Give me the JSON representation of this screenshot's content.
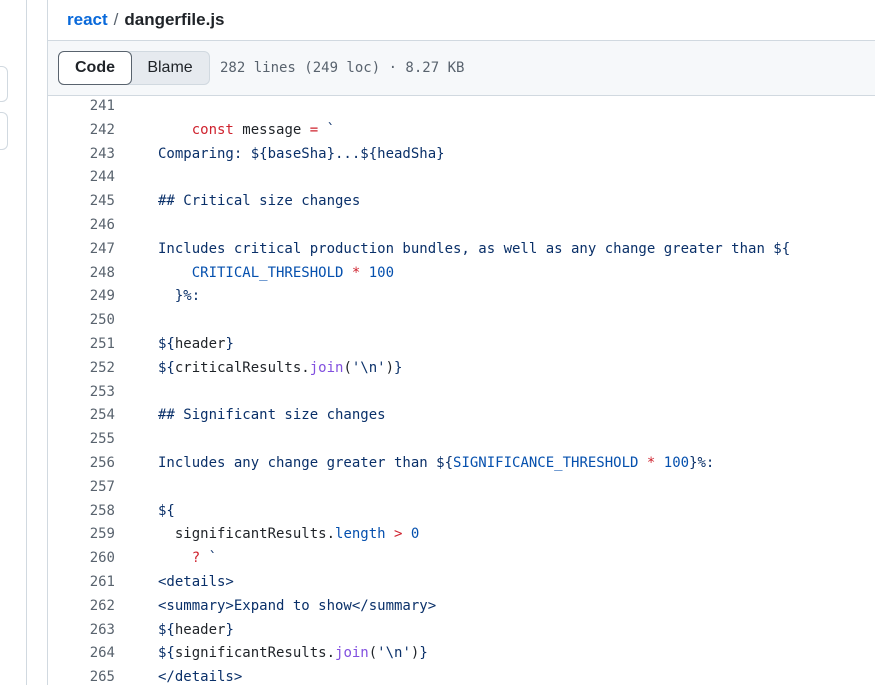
{
  "breadcrumb": {
    "repo": "react",
    "separator": "/",
    "file": "dangerfile.js"
  },
  "toolbar": {
    "code_label": "Code",
    "blame_label": "Blame",
    "file_info": "282 lines (249 loc) · 8.27 KB"
  },
  "colors": {
    "link": "#0969da",
    "keyword": "#cf222e",
    "string": "#0a3069",
    "constant": "#0550ae",
    "function": "#8250df",
    "line_number": "#59636e"
  },
  "lines": [
    {
      "n": "241",
      "tokens": []
    },
    {
      "n": "242",
      "tokens": [
        {
          "t": "    ",
          "c": "plain"
        },
        {
          "t": "const",
          "c": "kw"
        },
        {
          "t": " message ",
          "c": "plain"
        },
        {
          "t": "=",
          "c": "kw"
        },
        {
          "t": " `",
          "c": "str"
        }
      ]
    },
    {
      "n": "243",
      "tokens": [
        {
          "t": "Comparing: ${baseSha}...${headSha}",
          "c": "str"
        }
      ]
    },
    {
      "n": "244",
      "tokens": []
    },
    {
      "n": "245",
      "tokens": [
        {
          "t": "## Critical size changes",
          "c": "str"
        }
      ]
    },
    {
      "n": "246",
      "tokens": []
    },
    {
      "n": "247",
      "tokens": [
        {
          "t": "Includes critical production bundles, as well as any change greater than ${",
          "c": "str"
        }
      ]
    },
    {
      "n": "248",
      "tokens": [
        {
          "t": "    ",
          "c": "plain"
        },
        {
          "t": "CRITICAL_THRESHOLD",
          "c": "const"
        },
        {
          "t": " ",
          "c": "plain"
        },
        {
          "t": "*",
          "c": "kw"
        },
        {
          "t": " ",
          "c": "plain"
        },
        {
          "t": "100",
          "c": "const"
        }
      ]
    },
    {
      "n": "249",
      "tokens": [
        {
          "t": "  }%:",
          "c": "str"
        }
      ]
    },
    {
      "n": "250",
      "tokens": []
    },
    {
      "n": "251",
      "tokens": [
        {
          "t": "${",
          "c": "str"
        },
        {
          "t": "header",
          "c": "plain"
        },
        {
          "t": "}",
          "c": "str"
        }
      ]
    },
    {
      "n": "252",
      "tokens": [
        {
          "t": "${",
          "c": "str"
        },
        {
          "t": "criticalResults.",
          "c": "plain"
        },
        {
          "t": "join",
          "c": "fn"
        },
        {
          "t": "(",
          "c": "plain"
        },
        {
          "t": "'\\n'",
          "c": "str"
        },
        {
          "t": ")",
          "c": "plain"
        },
        {
          "t": "}",
          "c": "str"
        }
      ]
    },
    {
      "n": "253",
      "tokens": []
    },
    {
      "n": "254",
      "tokens": [
        {
          "t": "## Significant size changes",
          "c": "str"
        }
      ]
    },
    {
      "n": "255",
      "tokens": []
    },
    {
      "n": "256",
      "tokens": [
        {
          "t": "Includes any change greater than ${",
          "c": "str"
        },
        {
          "t": "SIGNIFICANCE_THRESHOLD",
          "c": "const"
        },
        {
          "t": " ",
          "c": "plain"
        },
        {
          "t": "*",
          "c": "kw"
        },
        {
          "t": " ",
          "c": "plain"
        },
        {
          "t": "100",
          "c": "const"
        },
        {
          "t": "}%:",
          "c": "str"
        }
      ]
    },
    {
      "n": "257",
      "tokens": []
    },
    {
      "n": "258",
      "tokens": [
        {
          "t": "${",
          "c": "str"
        }
      ]
    },
    {
      "n": "259",
      "tokens": [
        {
          "t": "  significantResults.",
          "c": "plain"
        },
        {
          "t": "length",
          "c": "const"
        },
        {
          "t": " ",
          "c": "plain"
        },
        {
          "t": ">",
          "c": "kw"
        },
        {
          "t": " ",
          "c": "plain"
        },
        {
          "t": "0",
          "c": "const"
        }
      ]
    },
    {
      "n": "260",
      "tokens": [
        {
          "t": "    ",
          "c": "plain"
        },
        {
          "t": "?",
          "c": "kw"
        },
        {
          "t": " `",
          "c": "str"
        }
      ]
    },
    {
      "n": "261",
      "tokens": [
        {
          "t": "<details>",
          "c": "str"
        }
      ]
    },
    {
      "n": "262",
      "tokens": [
        {
          "t": "<summary>Expand to show</summary>",
          "c": "str"
        }
      ]
    },
    {
      "n": "263",
      "tokens": [
        {
          "t": "${",
          "c": "str"
        },
        {
          "t": "header",
          "c": "plain"
        },
        {
          "t": "}",
          "c": "str"
        }
      ]
    },
    {
      "n": "264",
      "tokens": [
        {
          "t": "${",
          "c": "str"
        },
        {
          "t": "significantResults.",
          "c": "plain"
        },
        {
          "t": "join",
          "c": "fn"
        },
        {
          "t": "(",
          "c": "plain"
        },
        {
          "t": "'\\n'",
          "c": "str"
        },
        {
          "t": ")",
          "c": "plain"
        },
        {
          "t": "}",
          "c": "str"
        }
      ]
    },
    {
      "n": "265",
      "tokens": [
        {
          "t": "</details>",
          "c": "str"
        }
      ]
    }
  ]
}
